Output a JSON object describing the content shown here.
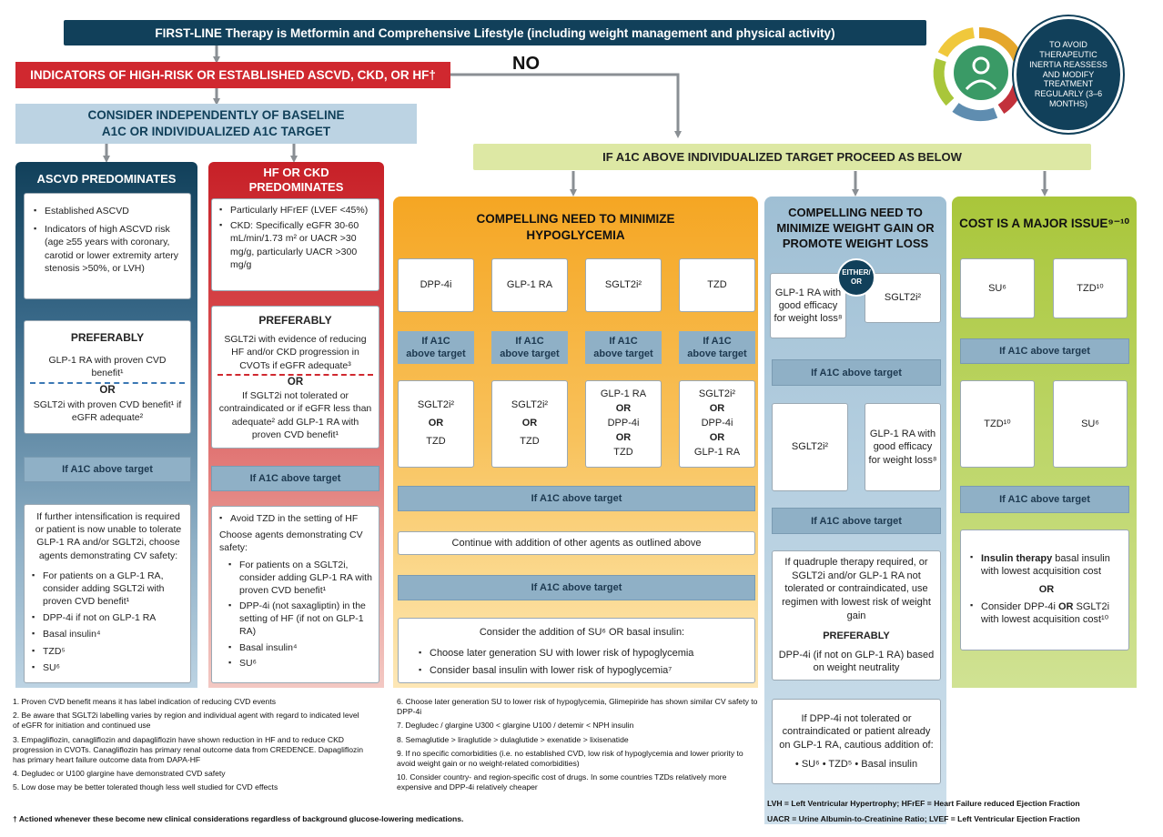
{
  "top_bar": "FIRST-LINE Therapy is Metformin and Comprehensive Lifestyle (including weight management and physical activity)",
  "indicators": "INDICATORS OF HIGH-RISK OR ESTABLISHED ASCVD, CKD, OR HF†",
  "no_label": "NO",
  "consider": {
    "line1": "CONSIDER INDEPENDENTLY OF BASELINE",
    "line2": "A1C OR INDIVIDUALIZED A1C TARGET"
  },
  "inertia": "TO AVOID THERAPEUTIC INERTIA REASSESS AND MODIFY TREATMENT REGULARLY (3–6 MONTHS)",
  "a1c_above_header": "IF A1C ABOVE INDIVIDUALIZED TARGET PROCEED AS BELOW",
  "ascvd": {
    "header": "ASCVD PREDOMINATES",
    "items": [
      "Established ASCVD",
      "Indicators of high ASCVD risk (age ≥55 years with coronary, carotid or lower extremity artery stenosis >50%, or LVH)"
    ],
    "preferably": "PREFERABLY",
    "opt1": "GLP-1 RA with proven CVD benefit¹",
    "or": "OR",
    "opt2": "SGLT2i with proven CVD benefit¹ if eGFR adequate²",
    "a1c": "If A1C above target",
    "intens": "If further intensification is required or patient is now unable to tolerate GLP-1 RA and/or SGLT2i, choose agents demonstrating CV safety:",
    "list": [
      "For patients on a GLP-1 RA, consider adding SGLT2i with proven CVD benefit¹",
      "DPP-4i if not on GLP-1 RA",
      "Basal insulin⁴",
      "TZD⁵",
      "SU⁶"
    ]
  },
  "hf": {
    "header1": "HF OR CKD",
    "header2": "PREDOMINATES",
    "items": [
      "Particularly HFrEF (LVEF <45%)",
      "CKD: Specifically eGFR 30-60 mL/min/1.73 m² or UACR >30 mg/g, particularly UACR >300 mg/g"
    ],
    "preferably": "PREFERABLY",
    "opt1": "SGLT2i with evidence of reducing HF and/or CKD progression in CVOTs if eGFR adequate³",
    "or": "OR",
    "opt2": "If SGLT2i not tolerated or contraindicated or if eGFR less than adequate² add GLP-1 RA with proven CVD benefit¹",
    "a1c": "If A1C above target",
    "list_top": "Avoid TZD in the setting of HF",
    "intro": "Choose agents demonstrating CV safety:",
    "list": [
      "For patients on a SGLT2i, consider adding GLP-1 RA with proven CVD benefit¹",
      "DPP-4i (not saxagliptin) in the setting of HF (if not on GLP-1 RA)",
      "Basal insulin⁴",
      "SU⁶"
    ]
  },
  "hypo": {
    "header1": "COMPELLING NEED TO MINIMIZE",
    "header2": "HYPOGLYCEMIA",
    "drugs": [
      "DPP-4i",
      "GLP-1 RA",
      "SGLT2i²",
      "TZD"
    ],
    "if_line1": "If A1C",
    "if_line2": "above target",
    "second": [
      [
        "SGLT2i²",
        "OR",
        "TZD"
      ],
      [
        "SGLT2i²",
        "OR",
        "TZD"
      ],
      [
        "GLP-1 RA",
        "OR",
        "DPP-4i",
        "OR",
        "TZD"
      ],
      [
        "SGLT2i²",
        "OR",
        "DPP-4i",
        "OR",
        "GLP-1 RA"
      ]
    ],
    "a1c1": "If A1C above target",
    "continue": "Continue with addition of other agents as outlined above",
    "a1c2": "If A1C  above target",
    "consider": "Consider the addition of SU⁶ OR basal insulin:",
    "list": [
      "Choose later generation SU with lower risk of hypoglycemia",
      "Consider basal insulin with lower risk of hypoglycemia⁷"
    ]
  },
  "weight": {
    "header1": "COMPELLING NEED TO",
    "header2": "MINIMIZE WEIGHT GAIN OR",
    "header3": "PROMOTE WEIGHT LOSS",
    "either": "EITHER/",
    "either_or": "OR",
    "glp": "GLP-1 RA with good efficacy for weight loss⁸",
    "sglt": "SGLT2i²",
    "a1c1": "If A1C above target",
    "sglt2": "SGLT2i²",
    "glp2": "GLP-1 RA with good efficacy for weight loss⁸",
    "a1c2": "If A1C above target",
    "quad": "If quadruple therapy required, or SGLT2i and/or GLP-1 RA not tolerated or contraindicated, use regimen with lowest risk of weight gain",
    "preferably": "PREFERABLY",
    "dpp": "DPP-4i (if not on GLP-1 RA) based on weight neutrality",
    "dpp_not": "If DPP-4i not tolerated or contraindicated or patient already on GLP-1 RA, cautious addition of:",
    "bullets": "• SU⁶  • TZD⁵  • Basal insulin"
  },
  "cost": {
    "header": "COST IS A MAJOR ISSUE⁹⁻¹⁰",
    "su": "SU⁶",
    "tzd": "TZD¹⁰",
    "a1c1": "If A1C above target",
    "tzd2": "TZD¹⁰",
    "su2": "SU⁶",
    "a1c2": "If A1C above target",
    "ins_bold": "Insulin therapy",
    "ins_rest": " basal insulin with lowest acquisition cost",
    "or": "OR",
    "dpp_pre": "Consider DPP-4i ",
    "dpp_or": "OR",
    "dpp_post": " SGLT2i with lowest acquisition cost¹⁰"
  },
  "footnotes_left": [
    "1.  Proven CVD benefit means it has label indication of reducing CVD events",
    "2.  Be aware that SGLT2i labelling varies by region and individual agent with regard to indicated level of eGFR for initiation and continued use",
    "3.  Empagliflozin, canagliflozin and dapagliflozin have shown reduction in HF and to reduce CKD progression in CVOTs. Canagliflozin has primary renal outcome data from CREDENCE. Dapagliflozin has primary heart failure outcome data from DAPA-HF",
    "4.  Degludec or U100 glargine have demonstrated CVD safety",
    "5.  Low dose may be better tolerated though less well studied for CVD effects"
  ],
  "footnotes_mid": [
    "6.  Choose later generation SU to lower risk of hypoglycemia, Glimepiride has shown similar CV safety to DPP-4i",
    "7.  Degludec / glargine U300 < glargine U100 / detemir < NPH insulin",
    "8.  Semaglutide > liraglutide > dulaglutide > exenatide > lixisenatide",
    "9.  If no specific comorbidities (i.e. no established CVD, low risk of hypoglycemia and lower priority to avoid weight gain or no weight-related comorbidities)",
    "10.  Consider country- and region-specific cost of drugs. In some countries TZDs relatively more expensive and DPP-4i relatively cheaper"
  ],
  "dagger": "† Actioned whenever these become new clinical considerations regardless of background glucose-lowering medications.",
  "abbrev1": "LVH = Left Ventricular Hypertrophy; HFrEF = Heart Failure reduced Ejection Fraction",
  "abbrev2": "UACR = Urine Albumin-to-Creatinine Ratio; LVEF = Left Ventricular Ejection Fraction",
  "colors": {
    "navy": "#11405a",
    "red": "#d0282f",
    "lightblue": "#bcd3e3",
    "orange": "#f5a623",
    "green": "#a9c63a",
    "lime": "#dde8a4",
    "gray": "#8a8f94"
  }
}
